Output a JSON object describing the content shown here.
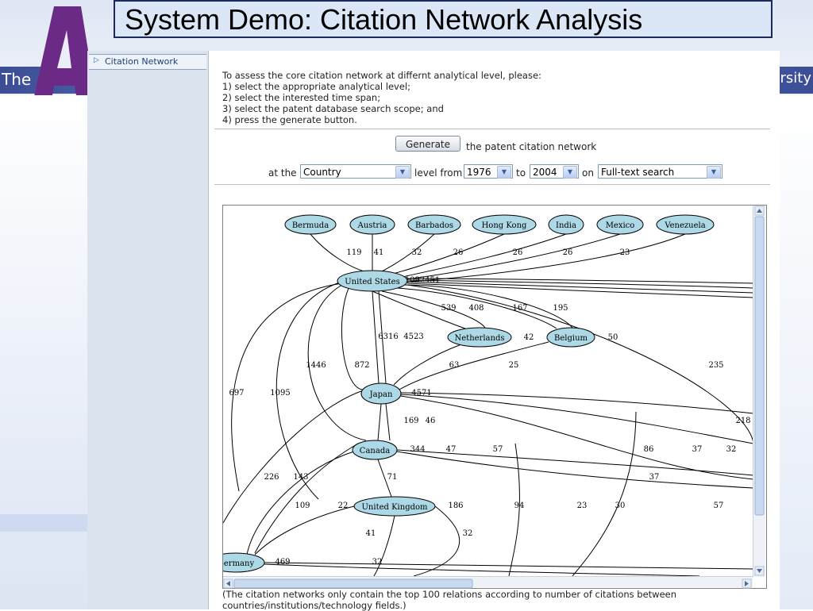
{
  "slide": {
    "title": "System Demo: Citation Network Analysis",
    "band_left": "The",
    "band_right": "ersity"
  },
  "sidebar": {
    "items": [
      {
        "label": "Citation Network"
      }
    ]
  },
  "instructions": {
    "lines": [
      "To assess the core citation network at differnt analytical level, please:",
      "1) select the appropriate analytical level;",
      "2) select the interested time span;",
      "3) select the patent database search scope; and",
      "4) press the generate button."
    ]
  },
  "controls": {
    "generate_label": "Generate",
    "generate_suffix": "the patent citation network",
    "at_the": "at the",
    "level_value": "Country",
    "level_from": "level from",
    "from_year": "1976",
    "to": "to",
    "to_year": "2004",
    "on": "on",
    "scope_value": "Full-text search"
  },
  "graph": {
    "nodes": [
      {
        "label": "Bermuda"
      },
      {
        "label": "Austria"
      },
      {
        "label": "Barbados"
      },
      {
        "label": "Hong Kong"
      },
      {
        "label": "India"
      },
      {
        "label": "Mexico"
      },
      {
        "label": "Venezuela"
      },
      {
        "label": "United States"
      },
      {
        "label": "Netherlands"
      },
      {
        "label": "Belgium"
      },
      {
        "label": "Japan"
      },
      {
        "label": "Canada"
      },
      {
        "label": "United Kingdom"
      },
      {
        "label": "Germany"
      }
    ],
    "edge_labels": [
      "119",
      "41",
      "32",
      "26",
      "26",
      "26",
      "23",
      "1092451",
      "539",
      "408",
      "167",
      "195",
      "6316",
      "4523",
      "42",
      "50",
      "1446",
      "872",
      "63",
      "25",
      "235",
      "697",
      "1095",
      "4571",
      "169",
      "46",
      "218",
      "344",
      "47",
      "57",
      "86",
      "37",
      "32",
      "37",
      "226",
      "143",
      "71",
      "109",
      "22",
      "186",
      "94",
      "23",
      "30",
      "57",
      "41",
      "32",
      "469",
      "32"
    ]
  },
  "footnote": "(The citation networks only contain the top 100 relations according to number of citations between countries/institutions/technology fields.)"
}
